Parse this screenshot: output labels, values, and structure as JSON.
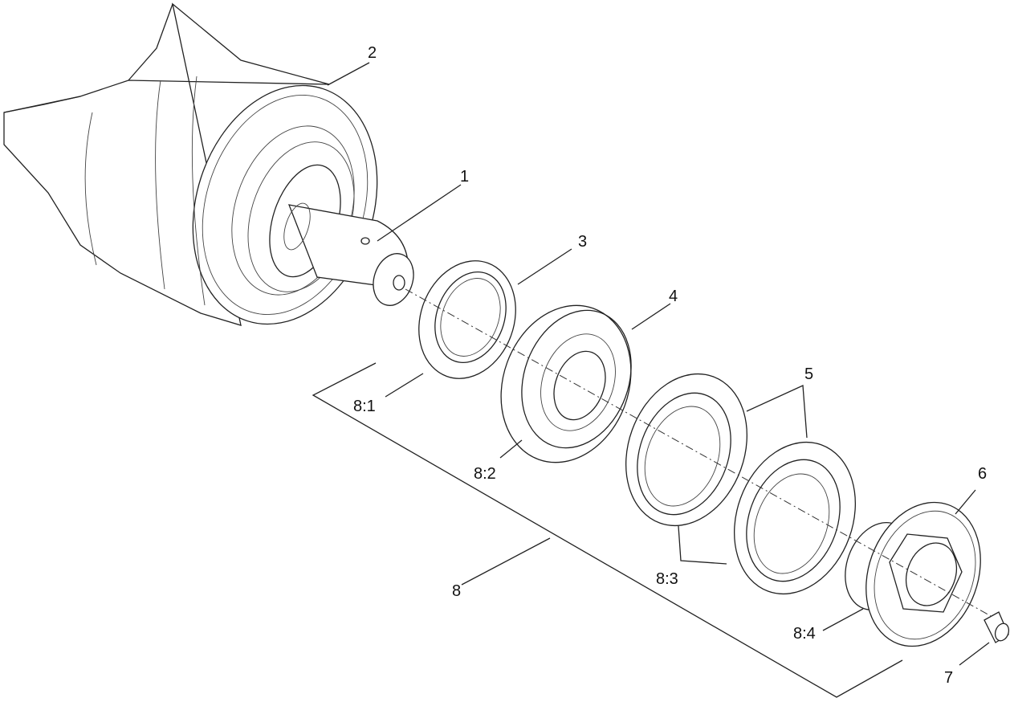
{
  "callouts": {
    "c1": "1",
    "c2": "2",
    "c3": "3",
    "c4": "4",
    "c5": "5",
    "c6": "6",
    "c7": "7",
    "c8": "8",
    "c8_1": "8:1",
    "c8_2": "8:2",
    "c8_3": "8:3",
    "c8_4": "8:4"
  }
}
